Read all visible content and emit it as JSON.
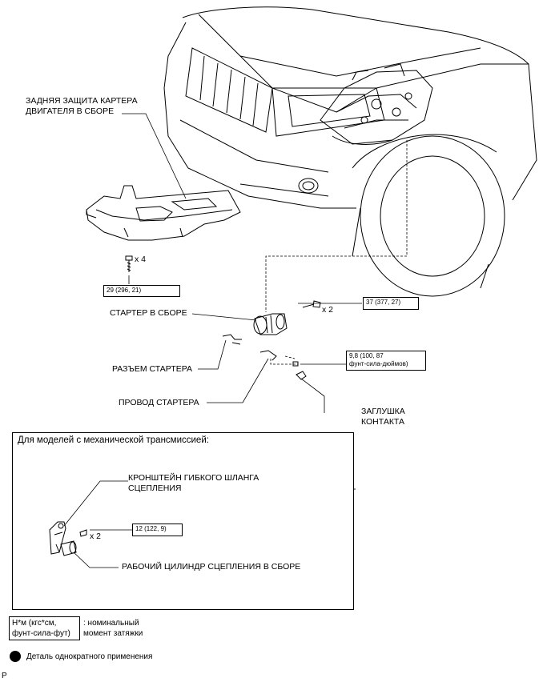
{
  "labels": {
    "rear_skid_plate": "ЗАДНЯЯ ЗАЩИТА КАРТЕРА\nДВИГАТЕЛЯ В СБОРЕ",
    "rear_skid_plate_l1": "ЗАДНЯЯ ЗАЩИТА КАРТЕРА",
    "rear_skid_plate_l2": "ДВИГАТЕЛЯ В СБОРЕ",
    "starter": "СТАРТЕР В СБОРЕ",
    "starter_connector": "РАЗЪЕМ СТАРТЕРА",
    "starter_wire": "ПРОВОД СТАРТЕРА",
    "terminal_cap_l1": "ЗАГЛУШКА",
    "terminal_cap_l2": "КОНТАКТА",
    "clutch_hose_bracket_l1": "КРОНШТЕЙН ГИБКОГО ШЛАНГА",
    "clutch_hose_bracket_l2": "СЦЕПЛЕНИЯ",
    "clutch_release_cylinder": "РАБОЧИЙ ЦИЛИНДР СЦЕПЛЕНИЯ В СБОРЕ"
  },
  "quantities": {
    "skid_plate_bolts": "x 4",
    "starter_bolts": "x 2",
    "clutch_bolts": "x 2"
  },
  "torques": {
    "skid_plate": "29 (296, 21)",
    "starter": "37 (377, 27)",
    "terminal_nut_l1": "9,8 (100, 87",
    "terminal_nut_l2": "фунт-сила-дюймов)",
    "clutch": "12 (122, 9)"
  },
  "inset": {
    "title": "Для моделей с механической трансмиссией:"
  },
  "legend": {
    "unit_l1": "Н*м (кгс*см,",
    "unit_l2": "фунт-сила-фут)",
    "torque_desc_l1": ": номинальный",
    "torque_desc_l2": "момент затяжки",
    "non_reusable": "Деталь однократного применения"
  },
  "corner_mark": "P"
}
